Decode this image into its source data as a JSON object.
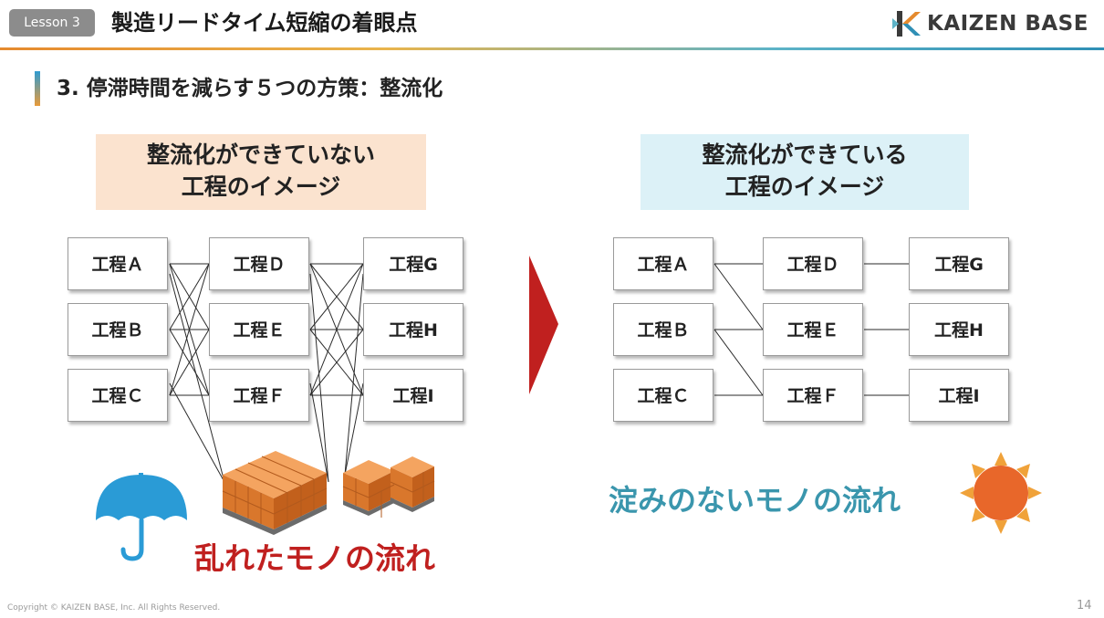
{
  "header": {
    "lesson": "Lesson 3",
    "title": "製造リードタイム短縮の着眼点",
    "logo_text": "KAIZEN BASE"
  },
  "section": {
    "title": "3. 停滞時間を減らす５つの方策：整流化"
  },
  "left_panel": {
    "caption_line1": "整流化ができていない",
    "caption_line2": "工程のイメージ",
    "processes": [
      "工程Ａ",
      "工程Ｂ",
      "工程Ｃ",
      "工程Ｄ",
      "工程Ｅ",
      "工程Ｆ",
      "工程G",
      "工程H",
      "工程I"
    ],
    "message": "乱れたモノの流れ",
    "icon": "umbrella-icon",
    "illustration": "inventory-boxes"
  },
  "right_panel": {
    "caption_line1": "整流化ができている",
    "caption_line2": "工程のイメージ",
    "processes": [
      "工程Ａ",
      "工程Ｂ",
      "工程Ｃ",
      "工程Ｄ",
      "工程Ｅ",
      "工程Ｆ",
      "工程G",
      "工程H",
      "工程I"
    ],
    "message": "淀みのないモノの流れ",
    "icon": "sun-icon"
  },
  "footer": {
    "copyright": "Copyright ©  KAIZEN BASE, Inc.  All Rights Reserved.",
    "page_number": "14"
  },
  "colors": {
    "accent_red": "#c0201f",
    "accent_teal": "#3a96ad",
    "caption_left_bg": "#fbe3cf",
    "caption_right_bg": "#dcf1f7",
    "arrow": "#c0201f"
  }
}
